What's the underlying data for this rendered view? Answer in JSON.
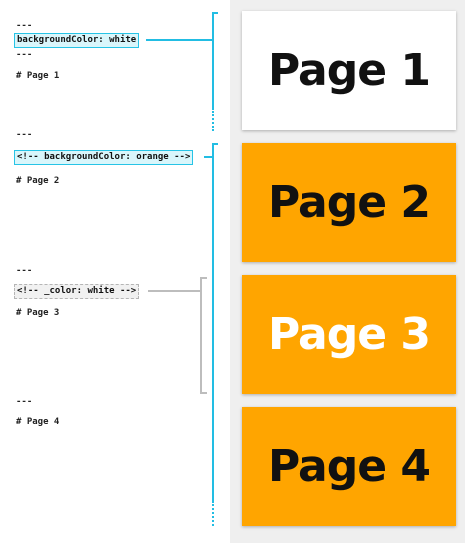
{
  "markdown": {
    "block1": {
      "separator": "---",
      "directive": "backgroundColor: white",
      "separator_end": "---",
      "heading": "# Page 1"
    },
    "block2": {
      "separator": "---",
      "directive": "<!-- backgroundColor: orange -->",
      "heading": "# Page 2"
    },
    "block3": {
      "separator": "---",
      "directive": "<!-- _color: white -->",
      "heading": "# Page 3"
    },
    "block4": {
      "separator": "---",
      "heading": "# Page 4"
    }
  },
  "slides": [
    {
      "label": "Page 1",
      "background": "#ffffff",
      "color": "#111111"
    },
    {
      "label": "Page 2",
      "background": "#ffa500",
      "color": "#111111"
    },
    {
      "label": "Page 3",
      "background": "#ffa500",
      "color": "#ffffff"
    },
    {
      "label": "Page 4",
      "background": "#ffa500",
      "color": "#111111"
    }
  ],
  "colors": {
    "bracket_global": "#22bde3",
    "bracket_local": "#bdbdbd",
    "panel": "#efefef"
  }
}
